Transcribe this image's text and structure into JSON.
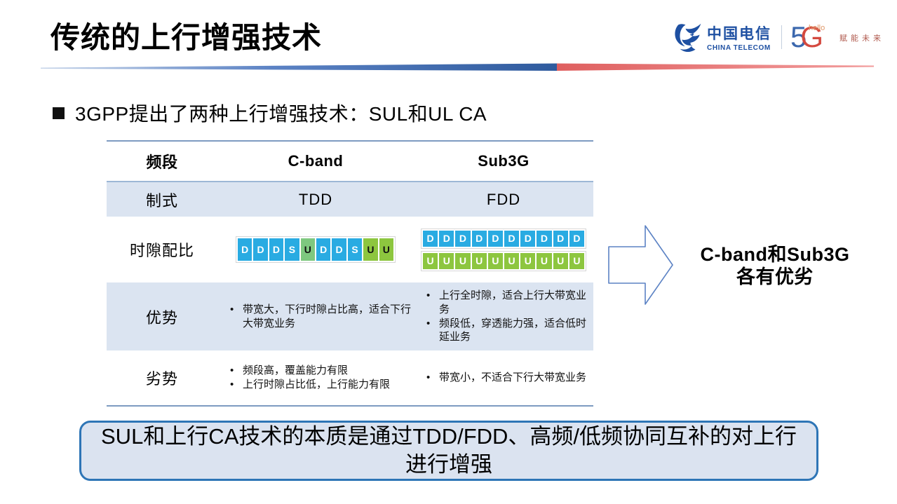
{
  "colors": {
    "slot_d_blue": "#29abe2",
    "slot_u_green": "#8dc63f",
    "slot_u_soft_green": "#7ec87f",
    "row_highlight": "#dbe4f1",
    "table_line": "#7d9bc1",
    "footer_border": "#2e75b6",
    "footer_fill": "#dbe3f0",
    "telecom_blue": "#1e50a2",
    "divider_blue": "#2f5b9e",
    "divider_red": "#e87070",
    "arrow_outline": "#5b82c4"
  },
  "header": {
    "title": "传统的上行增强技术",
    "logo": {
      "brand_cn": "中国电信",
      "brand_en": "CHINA TELECOM",
      "five": "5",
      "g": "G",
      "hello": "hello",
      "tagline": "赋能未来"
    }
  },
  "bullet": {
    "text": "3GPP提出了两种上行增强技术：SUL和UL CA"
  },
  "table": {
    "columns": [
      "频段",
      "C-band",
      "Sub3G"
    ],
    "mode": {
      "label": "制式",
      "cband": "TDD",
      "sub3g": "FDD"
    },
    "slots": {
      "label": "时隙配比",
      "cband": [
        {
          "t": "D",
          "bg": "#29abe2",
          "fg": "#ffffff"
        },
        {
          "t": "D",
          "bg": "#29abe2",
          "fg": "#ffffff"
        },
        {
          "t": "D",
          "bg": "#29abe2",
          "fg": "#ffffff"
        },
        {
          "t": "S",
          "bg": "#29abe2",
          "fg": "#ffffff"
        },
        {
          "t": "U",
          "bg": "#7ec87f",
          "fg": "#111111"
        },
        {
          "t": "D",
          "bg": "#29abe2",
          "fg": "#ffffff"
        },
        {
          "t": "D",
          "bg": "#29abe2",
          "fg": "#ffffff"
        },
        {
          "t": "S",
          "bg": "#29abe2",
          "fg": "#ffffff"
        },
        {
          "t": "U",
          "bg": "#8dc63f",
          "fg": "#111111"
        },
        {
          "t": "U",
          "bg": "#8dc63f",
          "fg": "#111111"
        }
      ],
      "sub3g_d": [
        {
          "t": "D",
          "bg": "#29abe2",
          "fg": "#ffffff"
        },
        {
          "t": "D",
          "bg": "#29abe2",
          "fg": "#ffffff"
        },
        {
          "t": "D",
          "bg": "#29abe2",
          "fg": "#ffffff"
        },
        {
          "t": "D",
          "bg": "#29abe2",
          "fg": "#ffffff"
        },
        {
          "t": "D",
          "bg": "#29abe2",
          "fg": "#ffffff"
        },
        {
          "t": "D",
          "bg": "#29abe2",
          "fg": "#ffffff"
        },
        {
          "t": "D",
          "bg": "#29abe2",
          "fg": "#ffffff"
        },
        {
          "t": "D",
          "bg": "#29abe2",
          "fg": "#ffffff"
        },
        {
          "t": "D",
          "bg": "#29abe2",
          "fg": "#ffffff"
        },
        {
          "t": "D",
          "bg": "#29abe2",
          "fg": "#ffffff"
        }
      ],
      "sub3g_u": [
        {
          "t": "U",
          "bg": "#8dc63f",
          "fg": "#ffffff"
        },
        {
          "t": "U",
          "bg": "#8dc63f",
          "fg": "#ffffff"
        },
        {
          "t": "U",
          "bg": "#8dc63f",
          "fg": "#ffffff"
        },
        {
          "t": "U",
          "bg": "#8dc63f",
          "fg": "#ffffff"
        },
        {
          "t": "U",
          "bg": "#8dc63f",
          "fg": "#ffffff"
        },
        {
          "t": "U",
          "bg": "#8dc63f",
          "fg": "#ffffff"
        },
        {
          "t": "U",
          "bg": "#8dc63f",
          "fg": "#ffffff"
        },
        {
          "t": "U",
          "bg": "#8dc63f",
          "fg": "#ffffff"
        },
        {
          "t": "U",
          "bg": "#8dc63f",
          "fg": "#ffffff"
        },
        {
          "t": "U",
          "bg": "#8dc63f",
          "fg": "#ffffff"
        }
      ]
    },
    "pros": {
      "label": "优势",
      "cband": [
        "带宽大，下行时隙占比高，适合下行大带宽业务"
      ],
      "sub3g": [
        "上行全时隙，适合上行大带宽业务",
        "频段低，穿透能力强，适合低时延业务"
      ]
    },
    "cons": {
      "label": "劣势",
      "cband": [
        "频段高，覆盖能力有限",
        "上行时隙占比低，上行能力有限"
      ],
      "sub3g": [
        "带宽小，不适合下行大带宽业务"
      ]
    }
  },
  "callout": {
    "line1": "C-band和Sub3G",
    "line2": "各有优劣"
  },
  "footer": {
    "text": "SUL和上行CA技术的本质是通过TDD/FDD、高频/低频协同互补的对上行进行增强"
  }
}
